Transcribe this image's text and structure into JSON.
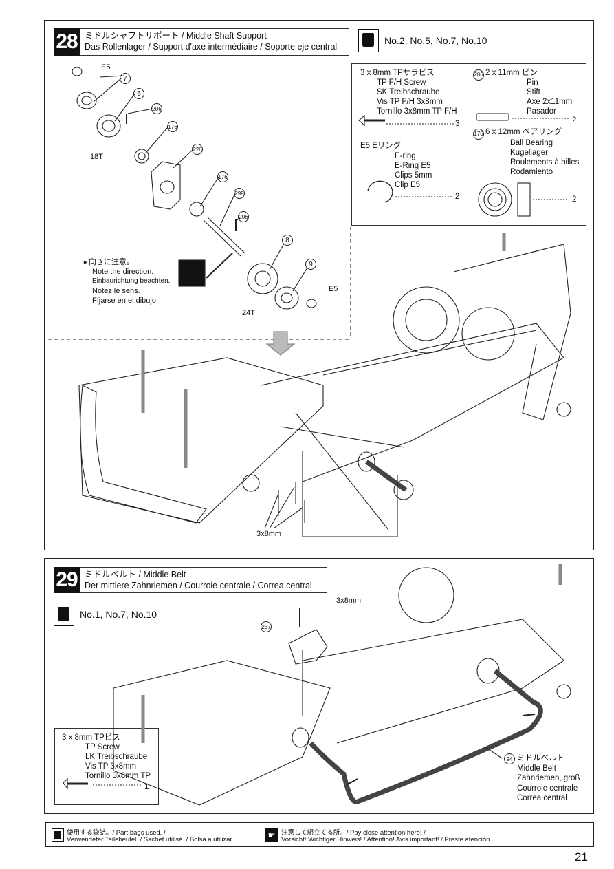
{
  "step28": {
    "number": "28",
    "title_jp": "ミドルシャフトサポート",
    "title_en": "/ Middle Shaft Support",
    "title_multi": "Das Rollenlager / Support d'axe intermédiaire / Soporte eje central",
    "bags": "No.2, No.5, No.7, No.10",
    "parts": {
      "screw_title": "3 x 8mm  TPサラビス",
      "screw_names": [
        "TP F/H Screw",
        "SK Treibschraube",
        "Vis TP F/H 3x8mm",
        "Tornillo 3x8mm TP F/H"
      ],
      "screw_qty": "3",
      "pin_num": "206",
      "pin_title": "2 x 11mm  ピン",
      "pin_names": [
        "Pin",
        "Stift",
        "Axe 2x11mm",
        "Pasador"
      ],
      "pin_qty": "2",
      "ering_title": "E5  Eリング",
      "ering_names": [
        "E-ring",
        "E-Ring E5",
        "Clips 5mm",
        "Clip E5"
      ],
      "ering_qty": "2",
      "bearing_num": "176",
      "bearing_title": "6 x 12mm  ベアリング",
      "bearing_names": [
        "Ball Bearing",
        "Kugellager",
        "Roulements à billes",
        "Rodamiento"
      ],
      "bearing_qty": "2"
    },
    "callouts": {
      "e5_top": "E5",
      "n7": "7",
      "n6": "6",
      "n206a": "206",
      "n176a": "176",
      "n226": "226",
      "n176b": "176",
      "n299": "299",
      "n206b": "206",
      "n8": "8",
      "n9": "9",
      "e5_bottom": "E5",
      "t18": "18T",
      "t24": "24T",
      "screw_label": "3x8mm"
    },
    "direction_note": [
      "向きに注意。",
      "Note the direction.",
      "Einbaurichtung beachten.",
      "Notez le sens.",
      "Fíjarse en el dibujo."
    ]
  },
  "step29": {
    "number": "29",
    "title_jp": "ミドルベルト",
    "title_en": "/ Middle Belt",
    "title_multi": "Der mittlere Zahnriemen / Courroie centrale / Correa central",
    "bags": "No.1, No.7, No.10",
    "parts": {
      "screw_title": "3 x 8mm   TPビス",
      "screw_names": [
        "TP Screw",
        "LK Treibschraube",
        "Vis TP 3x8mm",
        "Tornillo 3x8mm TP"
      ],
      "screw_qty": "1"
    },
    "callouts": {
      "n237": "237",
      "screw_label": "3x8mm",
      "n94": "94",
      "belt_names": [
        "ミドルベルト",
        "Middle Belt",
        "Zahnriemen, groß",
        "Courroie centrale",
        "Correa central"
      ]
    }
  },
  "footer": {
    "bag_line1": "使用する袋詰。/ Part bags used. /",
    "bag_line2": "Verwendeter Teilebeutel. / Sachet utilisé. / Bolsa a utilizar.",
    "attn_line1": "注意して組立てる所。/  Pay close attention here! /",
    "attn_line2": "Vorsicht!  Wichtiger Hinweis! / Attention! Avis important! / Preste atención."
  },
  "page_number": "21"
}
